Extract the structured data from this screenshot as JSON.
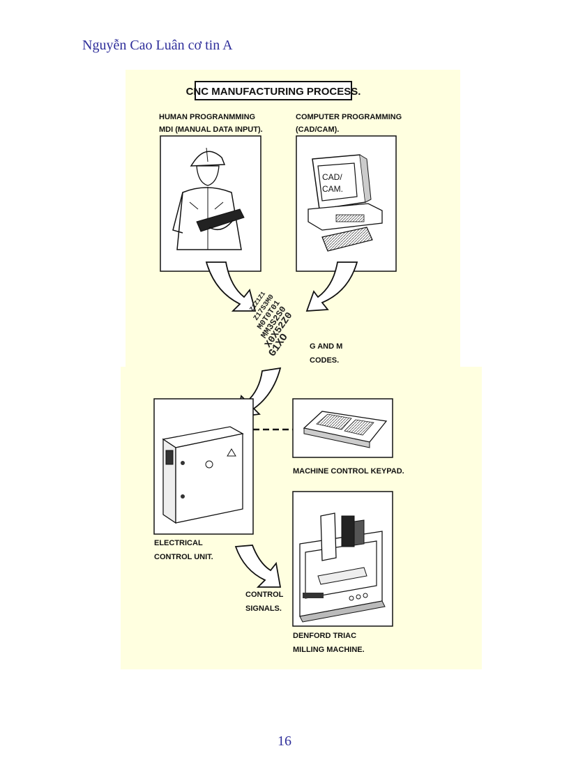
{
  "page": {
    "header": "Nguyễn Cao Luân cơ tin A",
    "page_number": "16"
  },
  "diagram": {
    "title": "CNC MANUFACTURING PROCESS.",
    "human_programming": {
      "line1": "HUMAN PROGRANMMING",
      "line2": "MDI (MANUAL DATA INPUT)."
    },
    "computer_programming": {
      "line1": "COMPUTER PROGRAMMING",
      "line2": "(CAD/CAM).",
      "screen_line1": "CAD/",
      "screen_line2": "CAM."
    },
    "codes": {
      "line1": "G AND M",
      "line2": "CODES.",
      "stream": [
        "G1XO",
        "X0X52Z0",
        "MM3S2S0",
        "M0T0T01",
        "Z17S3M0",
        "Z1Z1Z1"
      ]
    },
    "keypad_label": "MACHINE CONTROL KEYPAD.",
    "control_unit": {
      "line1": "ELECTRICAL",
      "line2": "CONTROL UNIT."
    },
    "signals": {
      "line1": "CONTROL",
      "line2": "SIGNALS."
    },
    "machine": {
      "line1": "DENFORD TRIAC",
      "line2": "MILLING MACHINE."
    }
  },
  "colors": {
    "panel_bg": "#ffffe0",
    "header_text": "#2e2e9a",
    "line": "#111111"
  }
}
